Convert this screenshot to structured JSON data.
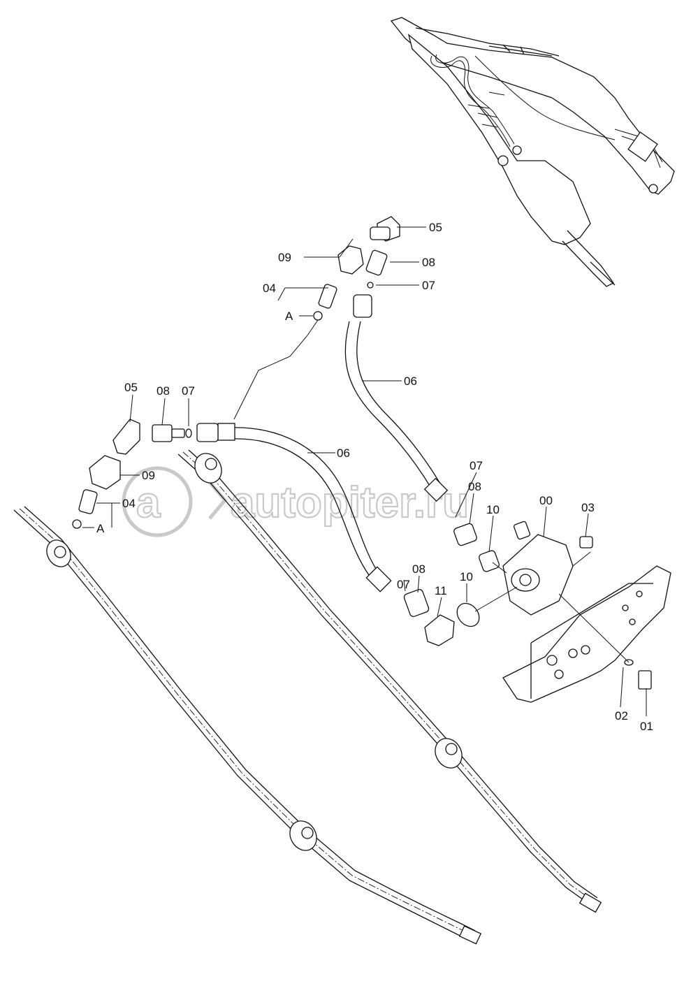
{
  "watermark": {
    "text": "autopiter.ru"
  },
  "callouts": [
    {
      "id": "c-05-top",
      "text": "05"
    },
    {
      "id": "c-09-top",
      "text": "09"
    },
    {
      "id": "c-08-top",
      "text": "08"
    },
    {
      "id": "c-04-top",
      "text": "04"
    },
    {
      "id": "c-07-top",
      "text": "07"
    },
    {
      "id": "c-a-top",
      "text": "A"
    },
    {
      "id": "c-06-right",
      "text": "06"
    },
    {
      "id": "c-05-left",
      "text": "05"
    },
    {
      "id": "c-08-left",
      "text": "08"
    },
    {
      "id": "c-07-left",
      "text": "07"
    },
    {
      "id": "c-06-mid",
      "text": "06"
    },
    {
      "id": "c-09-left",
      "text": "09"
    },
    {
      "id": "c-04-left",
      "text": "04"
    },
    {
      "id": "c-a-left",
      "text": "A"
    },
    {
      "id": "c-07-valve",
      "text": "07"
    },
    {
      "id": "c-08-valve",
      "text": "08"
    },
    {
      "id": "c-10-valve-top",
      "text": "10"
    },
    {
      "id": "c-00",
      "text": "00"
    },
    {
      "id": "c-03",
      "text": "03"
    },
    {
      "id": "c-07-low",
      "text": "07"
    },
    {
      "id": "c-08-low",
      "text": "08"
    },
    {
      "id": "c-11",
      "text": "11"
    },
    {
      "id": "c-10-low",
      "text": "10"
    },
    {
      "id": "c-02",
      "text": "02"
    },
    {
      "id": "c-01",
      "text": "01"
    }
  ]
}
